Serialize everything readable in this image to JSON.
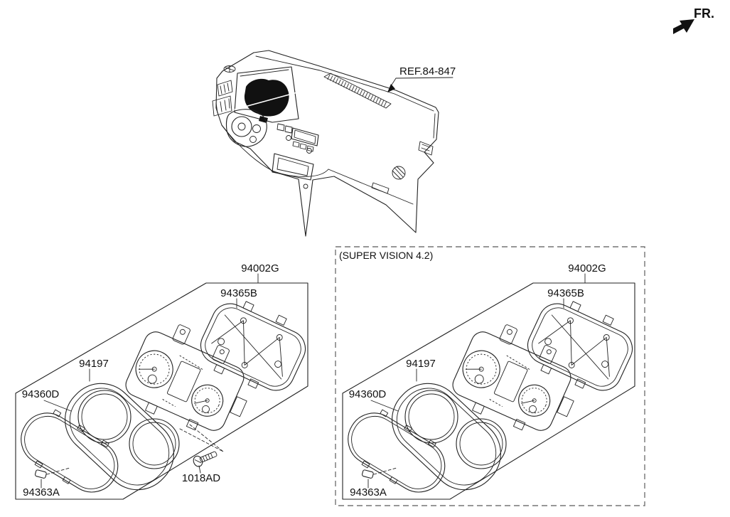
{
  "header": {
    "fr_label": "FR."
  },
  "dashboard": {
    "ref_label": "REF.84-847"
  },
  "groups": [
    {
      "labels": {
        "assembly": "94002G",
        "rear_cover": "94365B",
        "bezel": "94197",
        "lens": "94360D",
        "clip": "94363A",
        "screw": "1018AD"
      }
    },
    {
      "caption": "(SUPER VISION 4.2)",
      "labels": {
        "assembly": "94002G",
        "rear_cover": "94365B",
        "bezel": "94197",
        "lens": "94360D",
        "clip": "94363A"
      }
    }
  ],
  "colors": {
    "line": "#222222",
    "dashed_border": "#757575",
    "background": "#ffffff",
    "cluster_fill": "#111111"
  }
}
